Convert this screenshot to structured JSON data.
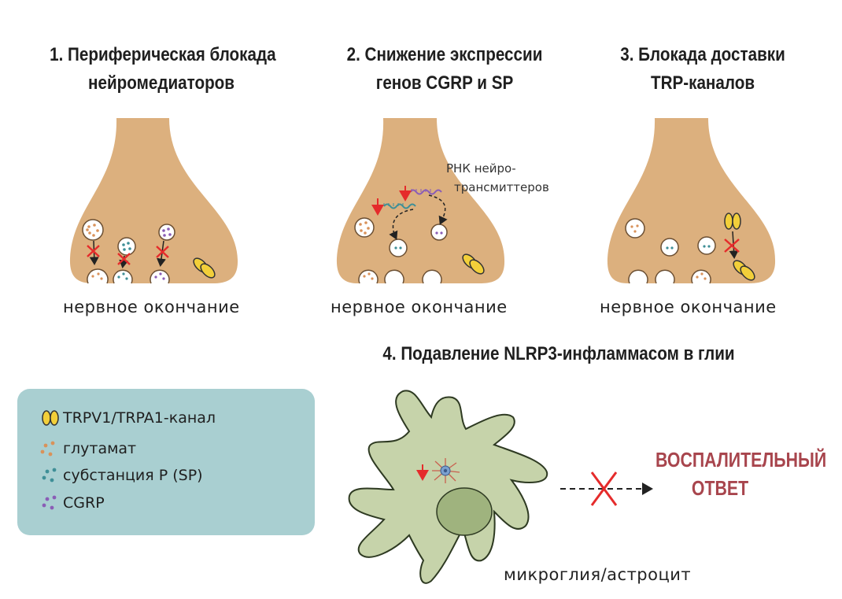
{
  "panels": [
    {
      "title_line1": "1. Периферическая блокада",
      "title_line2": "нейромедиаторов",
      "caption": "нервное окончание"
    },
    {
      "title_line1": "2. Снижение экспрессии",
      "title_line2": "генов CGRP и SP",
      "caption": "нервное окончание",
      "rna_label_line1": "РНК нейро-",
      "rna_label_line2": "трансмиттеров"
    },
    {
      "title_line1": "3. Блокада  доставки",
      "title_line2": "TRP-каналов",
      "caption": "нервное окончание"
    }
  ],
  "panel4": {
    "title": "4. Подавление NLRP3-инфламмасом в глии",
    "cell_label": "микроглия/астроцит",
    "response_line1": "ВОСПАЛИТЕЛЬНЫЙ",
    "response_line2": "ОТВЕТ"
  },
  "legend": [
    {
      "icon": "trp-channel-icon",
      "label": "TRPV1/TRPA1-канал",
      "color": "#f2cf3a"
    },
    {
      "icon": "glutamate-dots-icon",
      "label": "глутамат",
      "color": "#d9925a"
    },
    {
      "icon": "sp-dots-icon",
      "label": "субстанция Р (SP)",
      "color": "#3f8f97"
    },
    {
      "icon": "cgrp-dots-icon",
      "label": "CGRP",
      "color": "#8a5db6"
    }
  ],
  "colors": {
    "terminal": "#dcb07e",
    "terminal_stroke": "#6b4f33",
    "glia": "#c6d3aa",
    "nucleus": "#9fb37e",
    "block_x": "#e52b2b",
    "response": "#a8454d",
    "legend_bg": "#a9cfd1"
  }
}
